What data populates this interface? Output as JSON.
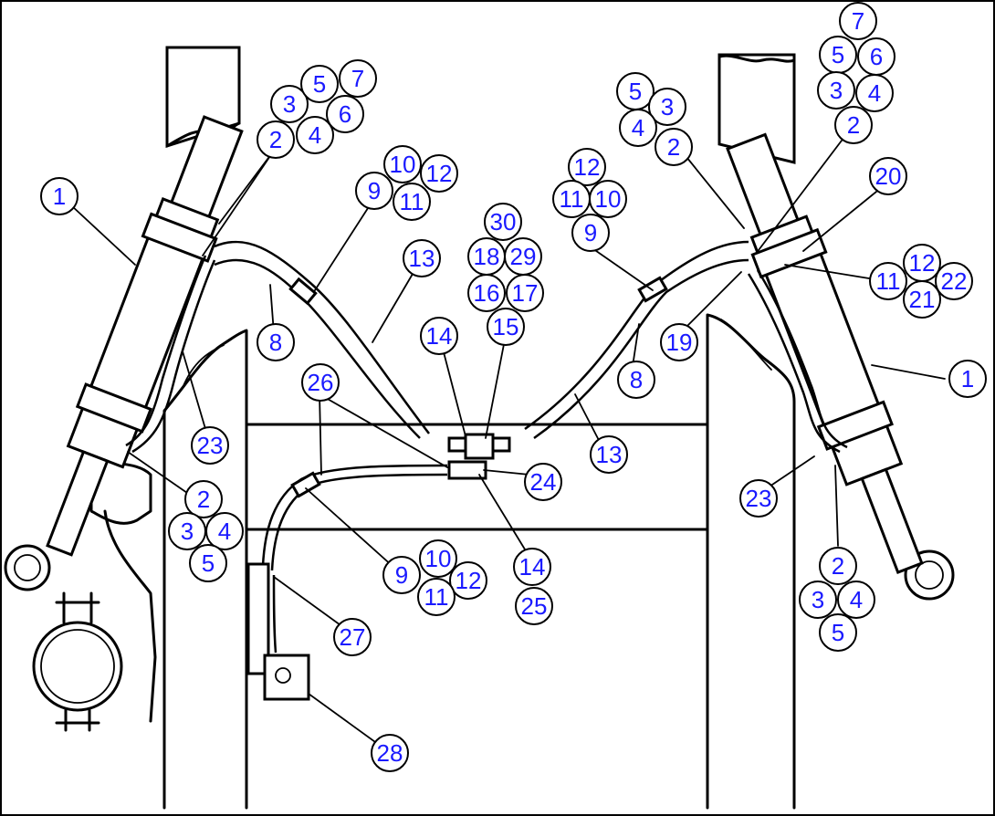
{
  "diagram": {
    "frame_color": "#000000",
    "callout_text_color": "#1a1aff",
    "callouts": [
      {
        "id": "c1a",
        "label": "1"
      },
      {
        "id": "c1b",
        "label": "1"
      },
      {
        "id": "c2a",
        "label": "2"
      },
      {
        "id": "c3a",
        "label": "3"
      },
      {
        "id": "c4a",
        "label": "4"
      },
      {
        "id": "c5a",
        "label": "5"
      },
      {
        "id": "c6a",
        "label": "6"
      },
      {
        "id": "c7a",
        "label": "7"
      },
      {
        "id": "c5b",
        "label": "5"
      },
      {
        "id": "c3b",
        "label": "3"
      },
      {
        "id": "c4b",
        "label": "4"
      },
      {
        "id": "c2b",
        "label": "2"
      },
      {
        "id": "c7c",
        "label": "7"
      },
      {
        "id": "c5c",
        "label": "5"
      },
      {
        "id": "c6c",
        "label": "6"
      },
      {
        "id": "c3c",
        "label": "3"
      },
      {
        "id": "c4c",
        "label": "4"
      },
      {
        "id": "c2c",
        "label": "2"
      },
      {
        "id": "c10a",
        "label": "10"
      },
      {
        "id": "c12a",
        "label": "12"
      },
      {
        "id": "c9a",
        "label": "9"
      },
      {
        "id": "c11a",
        "label": "11"
      },
      {
        "id": "c12b",
        "label": "12"
      },
      {
        "id": "c11b",
        "label": "11"
      },
      {
        "id": "c10b",
        "label": "10"
      },
      {
        "id": "c9b",
        "label": "9"
      },
      {
        "id": "c30",
        "label": "30"
      },
      {
        "id": "c18",
        "label": "18"
      },
      {
        "id": "c29",
        "label": "29"
      },
      {
        "id": "c16",
        "label": "16"
      },
      {
        "id": "c17",
        "label": "17"
      },
      {
        "id": "c15",
        "label": "15"
      },
      {
        "id": "c20",
        "label": "20"
      },
      {
        "id": "c12c",
        "label": "12"
      },
      {
        "id": "c11c",
        "label": "11"
      },
      {
        "id": "c22",
        "label": "22"
      },
      {
        "id": "c21",
        "label": "21"
      },
      {
        "id": "c13a",
        "label": "13"
      },
      {
        "id": "c8a",
        "label": "8"
      },
      {
        "id": "c14a",
        "label": "14"
      },
      {
        "id": "c19",
        "label": "19"
      },
      {
        "id": "c8b",
        "label": "8"
      },
      {
        "id": "c26",
        "label": "26"
      },
      {
        "id": "c23a",
        "label": "23"
      },
      {
        "id": "c13b",
        "label": "13"
      },
      {
        "id": "c24",
        "label": "24"
      },
      {
        "id": "c23b",
        "label": "23"
      },
      {
        "id": "c2d",
        "label": "2"
      },
      {
        "id": "c3d",
        "label": "3"
      },
      {
        "id": "c4d",
        "label": "4"
      },
      {
        "id": "c5d",
        "label": "5"
      },
      {
        "id": "c10c",
        "label": "10"
      },
      {
        "id": "c9c",
        "label": "9"
      },
      {
        "id": "c12d",
        "label": "12"
      },
      {
        "id": "c11d",
        "label": "11"
      },
      {
        "id": "c14b",
        "label": "14"
      },
      {
        "id": "c25",
        "label": "25"
      },
      {
        "id": "c2e",
        "label": "2"
      },
      {
        "id": "c3e",
        "label": "3"
      },
      {
        "id": "c4e",
        "label": "4"
      },
      {
        "id": "c5e",
        "label": "5"
      },
      {
        "id": "c27",
        "label": "27"
      },
      {
        "id": "c28",
        "label": "28"
      }
    ]
  }
}
